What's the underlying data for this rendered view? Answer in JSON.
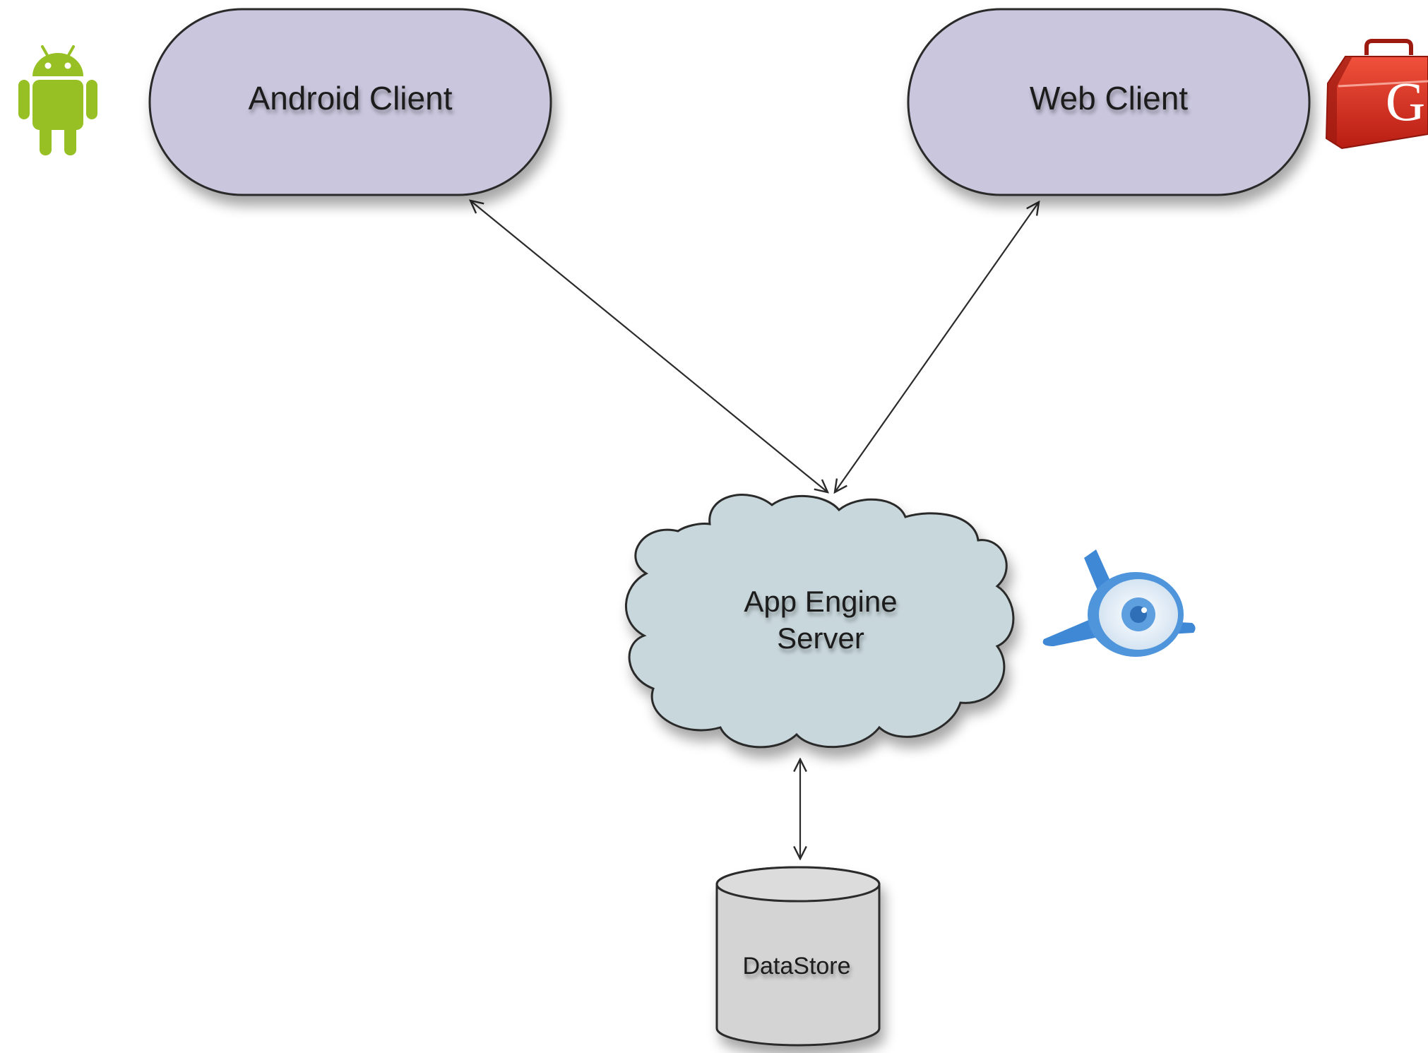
{
  "nodes": {
    "android_client": {
      "label": "Android Client",
      "icon": "android-robot-icon"
    },
    "web_client": {
      "label": "Web Client",
      "icon": "gwt-toolbox-icon"
    },
    "app_engine": {
      "label_line1": "App Engine",
      "label_line2": "Server",
      "icon": "app-engine-jet-icon"
    },
    "datastore": {
      "label": "DataStore",
      "icon": "database-cylinder"
    }
  },
  "edges": [
    {
      "from": "android_client",
      "to": "app_engine",
      "direction": "bidirectional"
    },
    {
      "from": "web_client",
      "to": "app_engine",
      "direction": "bidirectional"
    },
    {
      "from": "app_engine",
      "to": "datastore",
      "direction": "bidirectional"
    }
  ],
  "colors": {
    "client_fill": "#c9c6dd",
    "cloud_fill": "#c8d7dc",
    "datastore_fill": "#d4d4d4",
    "stroke": "#2b2b2b",
    "android_green": "#97c024",
    "gwt_red": "#d82e1e",
    "appengine_blue": "#4a90d9"
  }
}
